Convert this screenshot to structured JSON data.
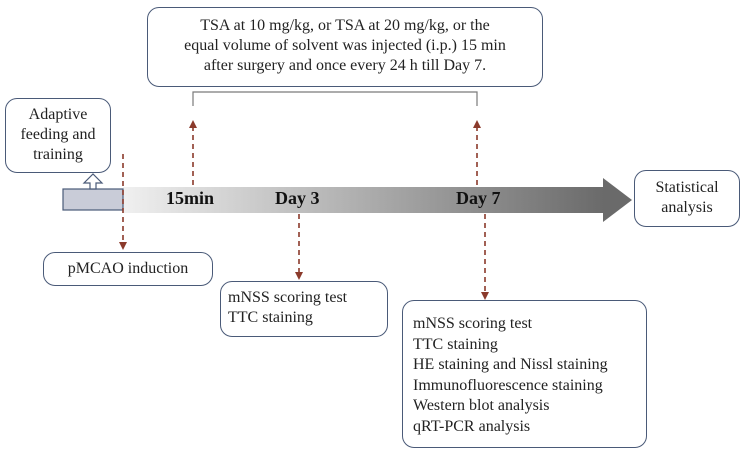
{
  "top_note": {
    "lines": [
      "TSA at 10 mg/kg, or TSA at 20 mg/kg, or the",
      "equal volume of solvent was injected (i.p.) 15 min",
      "after surgery and once every 24 h till Day 7."
    ]
  },
  "adaptive": {
    "lines": [
      "Adaptive",
      "feeding and",
      "training"
    ]
  },
  "timeline": {
    "t1": "15min",
    "t2": "Day 3",
    "t3": "Day 7"
  },
  "statistical": {
    "lines": [
      "Statistical",
      "analysis"
    ]
  },
  "pmcao": {
    "label": "pMCAO induction"
  },
  "day3_box": {
    "lines": [
      "mNSS scoring test",
      "TTC staining"
    ]
  },
  "day7_box": {
    "lines": [
      "mNSS scoring test",
      "TTC staining",
      "HE staining and Nissl staining",
      "Immunofluorescence staining",
      "Western blot analysis",
      "qRT-PCR analysis"
    ]
  },
  "colors": {
    "border": "#4a5a78",
    "dashed_arrow": "#8b3a2b",
    "arrow_dark": "#6d6d6d",
    "arrow_light": "#e6e6e6",
    "small_rect": "#c9ccd8"
  }
}
